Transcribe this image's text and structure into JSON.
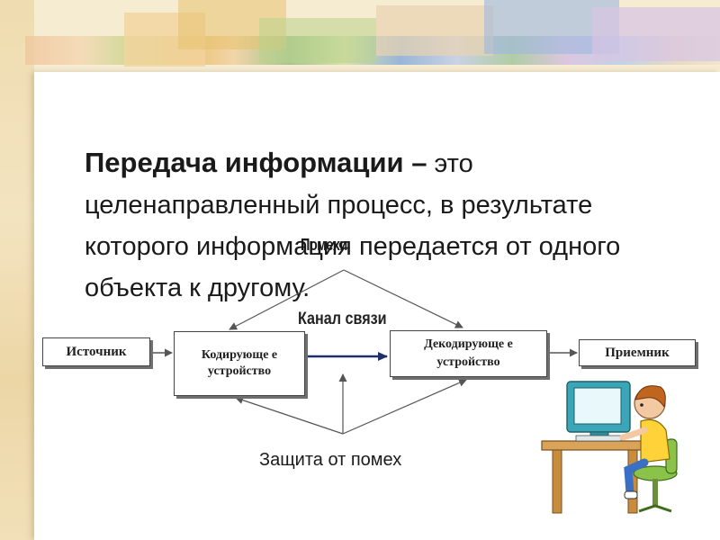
{
  "heading": {
    "term": "Передача информации –",
    "definition": " это целенаправленный процесс, в результате которого информация передается от одного объекта к другому."
  },
  "diagram": {
    "source": "Источник",
    "encoder": "Кодирующе е устройство",
    "decoder": "Декодирующе е устройство",
    "receiver": "Приемник",
    "noise": "Помехи",
    "channel": "Канал связи",
    "protection": "Защита от помех"
  },
  "colors": {
    "slide_bg": "#ffffff",
    "page_bg": "#f6ecd2",
    "arrow_line": "#555555",
    "channel_arrow": "#1f2f6b",
    "monitor": "#3aa6b8",
    "desk": "#d9a45a",
    "shirt": "#ffd23a",
    "chair": "#8bc34a"
  }
}
